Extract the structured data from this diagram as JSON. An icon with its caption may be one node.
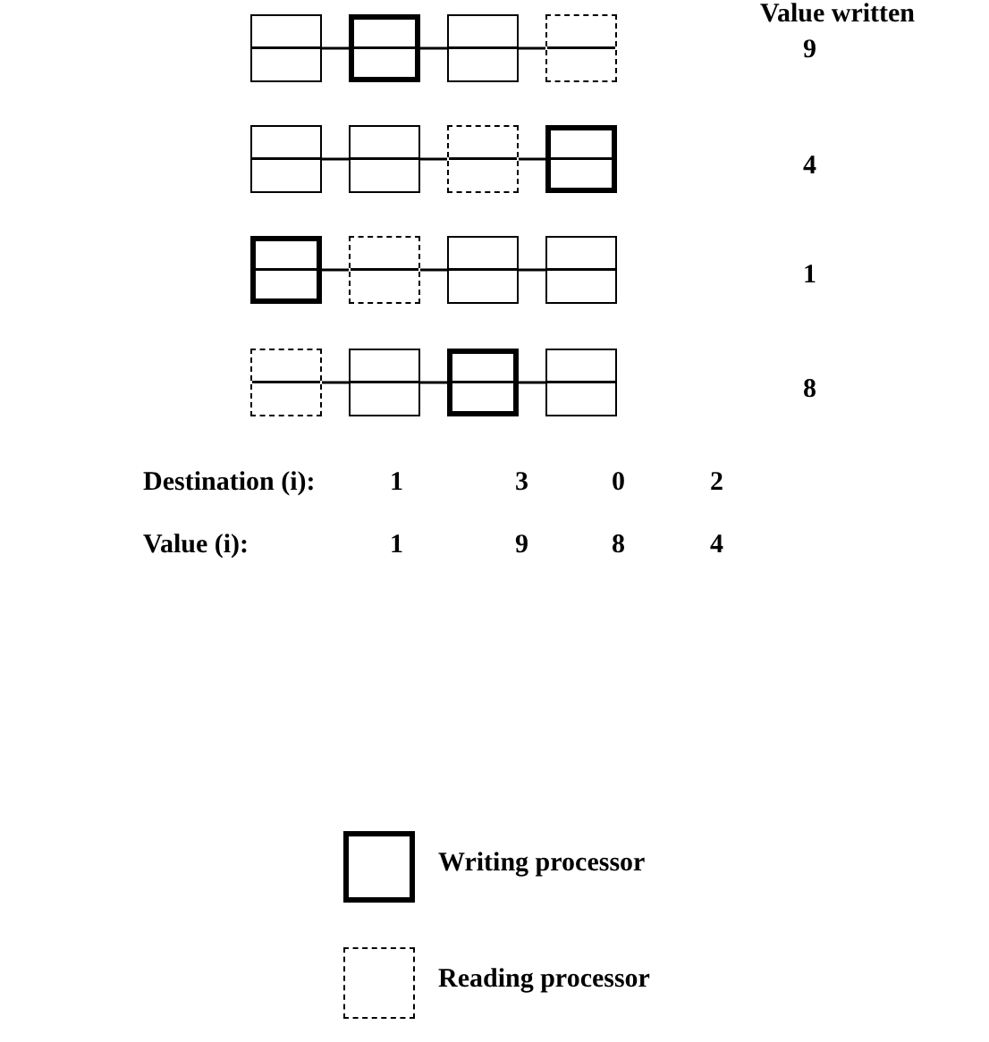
{
  "diagram": {
    "nodes": [
      {
        "text": [],
        "shape": "box"
      },
      {
        "text": [],
        "shape": "box"
      },
      {
        "text": [],
        "shape": "box"
      },
      {
        "text": [],
        "shape": "box"
      },
      {
        "text": [],
        "shape": "box"
      },
      {
        "text": [],
        "shape": "box"
      },
      {
        "text": [],
        "shape": "box"
      },
      {
        "text": [],
        "shape": "box"
      },
      {
        "text": [],
        "shape": "box"
      },
      {
        "text": [],
        "shape": "box"
      },
      {
        "text": [],
        "shape": "box"
      },
      {
        "text": [],
        "shape": "box"
      },
      {
        "text": [],
        "shape": "box"
      },
      {
        "text": [],
        "shape": "box"
      },
      {
        "text": [],
        "shape": "box"
      },
      {
        "text": [],
        "shape": "box"
      }
    ],
    "edges": [
      {
        "from": 0,
        "to": 1,
        "arrow": "none"
      },
      {
        "from": 1,
        "to": 2,
        "arrow": "none"
      },
      {
        "from": 2,
        "to": 3,
        "arrow": "none"
      },
      {
        "from": 4,
        "to": 5,
        "arrow": "none"
      },
      {
        "from": 5,
        "to": 6,
        "arrow": "none"
      },
      {
        "from": 6,
        "to": 7,
        "arrow": "none"
      },
      {
        "from": 8,
        "to": 9,
        "arrow": "none"
      },
      {
        "from": 9,
        "to": 10,
        "arrow": "none"
      },
      {
        "from": 10,
        "to": 11,
        "arrow": "none"
      },
      {
        "from": 12,
        "to": 13,
        "arrow": "none"
      },
      {
        "from": 13,
        "to": 14,
        "arrow": "none"
      },
      {
        "from": 14,
        "to": 15,
        "arrow": "none"
      }
    ],
    "labels": [
      "Value written",
      "9",
      "4",
      "1",
      "8",
      "Destination (i):",
      "1",
      "3",
      "0",
      "2",
      "Value (i):",
      "1",
      "9",
      "8",
      "4"
    ],
    "legend": [
      {
        "text": "Writing processor"
      },
      {
        "text": "Reading processor"
      }
    ]
  }
}
